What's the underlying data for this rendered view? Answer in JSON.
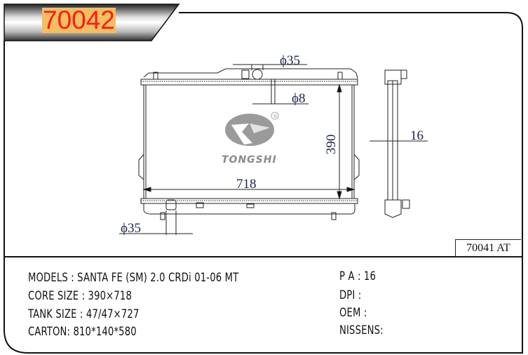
{
  "header": {
    "part_number": "70042"
  },
  "drawing": {
    "dims": {
      "inlet_diameter": "ϕ35",
      "drain_diameter": "ϕ8",
      "core_height": "390",
      "core_width": "718",
      "outlet_diameter": "ϕ35",
      "core_thickness": "16"
    },
    "logo": {
      "brand": "TONGSHI",
      "registered": "®"
    },
    "reference": "70041  AT"
  },
  "specs": {
    "models": "MODELS : SANTA FE (SM) 2.0 CRDi 01-06 MT",
    "core_size": "CORE SIZE : 390×718",
    "tank_size": "TANK SIZE : 47/47×727",
    "carton": "CARTON: 810*140*580",
    "pa": "P A : 16",
    "dpi": "DPI :",
    "oem": "OEM :",
    "nissens": "NISSENS:"
  },
  "colors": {
    "title_text": "#ff1a1a",
    "title_bg": "#f2c060",
    "dim_text": "#1c2450"
  }
}
